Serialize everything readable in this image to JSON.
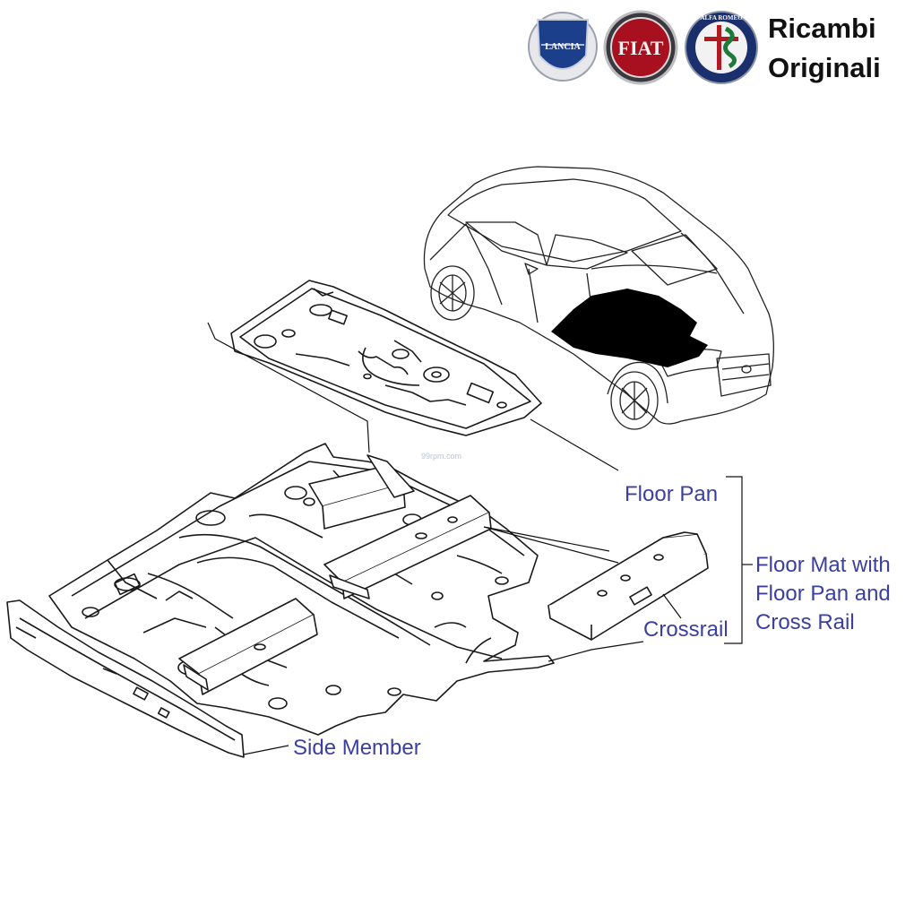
{
  "header": {
    "logos": [
      {
        "name": "lancia",
        "text": "LANCIA",
        "color": "#1c3f8c"
      },
      {
        "name": "fiat",
        "text": "FIAT",
        "color": "#a8101f"
      },
      {
        "name": "alfa-romeo",
        "text": "ALFA ROMEO",
        "color": "#1a2f6b"
      }
    ],
    "brand_line1": "Ricambi",
    "brand_line2": "Originali"
  },
  "labels": {
    "floor_pan": "Floor Pan",
    "crossrail": "Crossrail",
    "side_member": "Side Member",
    "floor_mat_line1": "Floor Mat with",
    "floor_mat_line2": "Floor Pan and",
    "floor_mat_line3": "Cross Rail"
  },
  "watermark": "99rpm.com",
  "colors": {
    "label": "#3b3f9e",
    "line": "#111111",
    "highlight": "#000000"
  }
}
